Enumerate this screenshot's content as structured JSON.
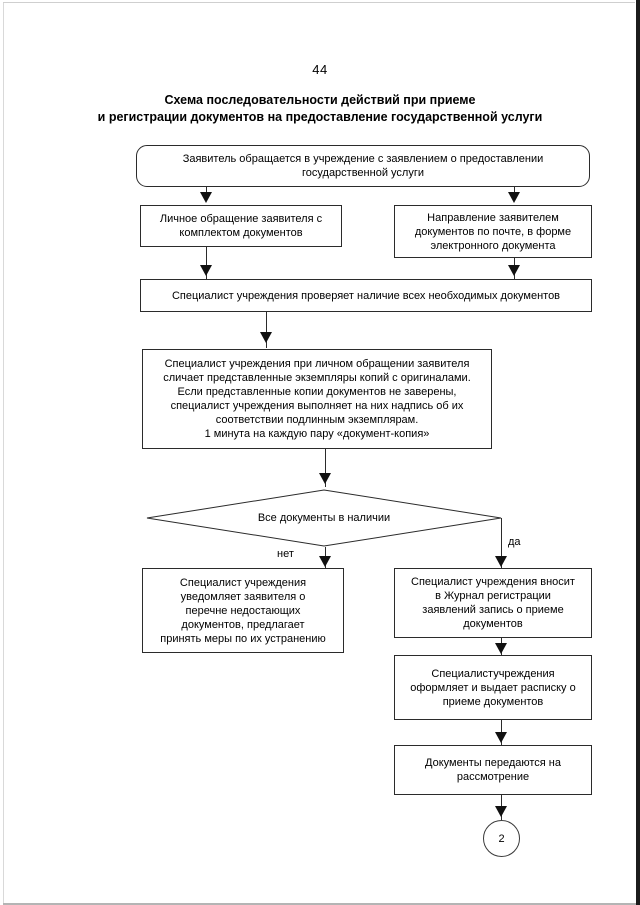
{
  "page": {
    "number": "44",
    "title_line_1": "Схема последовательности действий при приеме",
    "title_line_2": "и регистрации документов на предоставление государственной услуги"
  },
  "chart_data": {
    "type": "diagram",
    "subtype": "flowchart",
    "title": "Схема последовательности действий при приеме и регистрации документов на предоставление государственной услуги",
    "orientation": "top-to-bottom",
    "nodes": [
      {
        "id": "start",
        "shape": "rounded-rectangle",
        "text": "Заявитель обращается в учреждение с заявлением о предоставлении государственной услуги"
      },
      {
        "id": "personal",
        "shape": "rectangle",
        "text": "Личное обращение заявителя с комплектом документов"
      },
      {
        "id": "mail",
        "shape": "rectangle",
        "text": "Направление заявителем документов по почте, в форме электронного документа"
      },
      {
        "id": "check",
        "shape": "rectangle",
        "text": "Специалист учреждения проверяет наличие всех необходимых документов"
      },
      {
        "id": "compare",
        "shape": "rectangle",
        "text": "Специалист учреждения при личном обращении заявителя сличает представленные экземпляры копий с оригиналами. Если представленные копии документов не заверены, специалист учреждения выполняет на них надпись об их соответствии подлинным экземплярам.\n1 минута на каждую пару «документ-копия»"
      },
      {
        "id": "decision",
        "shape": "diamond",
        "text": "Все документы в наличии"
      },
      {
        "id": "notify",
        "shape": "rectangle",
        "text": "Специалист учреждения уведомляет заявителя о перечне недостающих документов, предлагает принять меры по их устранению"
      },
      {
        "id": "register",
        "shape": "rectangle",
        "text": "Специалист учреждения вносит в Журнал регистрации заявлений запись о приеме документов"
      },
      {
        "id": "receipt",
        "shape": "rectangle",
        "text": "Специалистучреждения оформляет и выдает расписку о приеме документов"
      },
      {
        "id": "transfer",
        "shape": "rectangle",
        "text": "Документы передаются на рассмотрение"
      },
      {
        "id": "connector",
        "shape": "circle",
        "text": "2"
      }
    ],
    "edges": [
      {
        "from": "start",
        "to": "personal",
        "label": ""
      },
      {
        "from": "start",
        "to": "mail",
        "label": ""
      },
      {
        "from": "personal",
        "to": "check",
        "label": ""
      },
      {
        "from": "mail",
        "to": "check",
        "label": ""
      },
      {
        "from": "check",
        "to": "compare",
        "label": ""
      },
      {
        "from": "compare",
        "to": "decision",
        "label": ""
      },
      {
        "from": "decision",
        "to": "notify",
        "label": "нет"
      },
      {
        "from": "decision",
        "to": "register",
        "label": "да"
      },
      {
        "from": "register",
        "to": "receipt",
        "label": ""
      },
      {
        "from": "receipt",
        "to": "transfer",
        "label": ""
      },
      {
        "from": "transfer",
        "to": "connector",
        "label": ""
      }
    ]
  },
  "nodes": {
    "start": "Заявитель обращается в учреждение с заявлением о предоставлении\nгосударственной услуги",
    "personal": "Личное обращение заявителя с\nкомплектом документов",
    "mail": "Направление заявителем\nдокументов по почте, в форме\nэлектронного документа",
    "check": "Специалист учреждения проверяет наличие всех необходимых документов",
    "compare": "Специалист учреждения при личном обращении заявителя\nсличает представленные экземпляры копий с оригиналами.\nЕсли представленные копии документов не заверены,\nспециалист учреждения выполняет на них надпись об их\nсоответствии подлинным экземплярам.\n1 минута на каждую пару «документ-копия»",
    "decision": "Все документы в наличии",
    "notify": "Специалист учреждения\nуведомляет заявителя о\nперечне недостающих\nдокументов, предлагает\nпринять меры по их устранению",
    "register": "Специалист учреждения вносит\nв Журнал регистрации\nзаявлений запись о приеме\nдокументов",
    "receipt": "Специалистучреждения\nоформляет и выдает расписку о\nприеме документов",
    "transfer": "Документы передаются на\nрассмотрение",
    "connector": "2"
  },
  "labels": {
    "no": "нет",
    "yes": "да"
  }
}
